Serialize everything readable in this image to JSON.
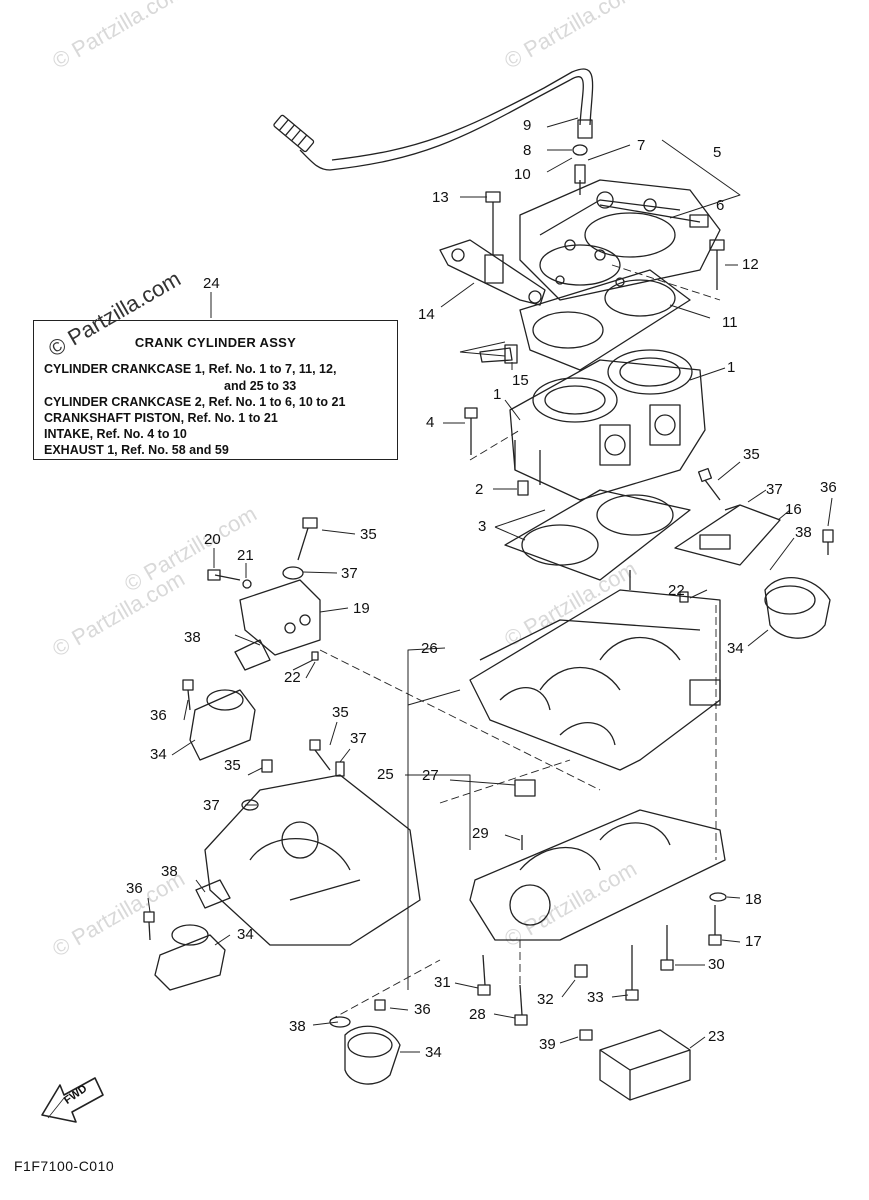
{
  "watermarks": [
    "© Partzilla.com",
    "© Partzilla.com",
    "© Partzilla.com",
    "© Partzilla.com",
    "© Partzilla.com",
    "© Partzilla.com",
    "© Partzilla.com",
    "© Partzilla.com"
  ],
  "legend": {
    "title": "CRANK CYLINDER ASSY",
    "lines": [
      "CYLINDER CRANKCASE 1,  Ref. No. 1 to 7, 11, 12,",
      "and 25 to 33",
      "CYLINDER CRANKCASE 2,  Ref. No. 1 to 6, 10 to 21",
      "CRANKSHAFT PISTON,   Ref. No. 1 to 21",
      "INTAKE,          Ref. No. 4 to 10",
      "EXHAUST 1,  Ref. No. 58 and 59"
    ]
  },
  "fwd_label": "FWD",
  "diagram_code": "F1F7100-C010",
  "callouts": [
    "9",
    "8",
    "10",
    "7",
    "5",
    "6",
    "13",
    "12",
    "24",
    "14",
    "11",
    "15",
    "1",
    "1",
    "4",
    "35",
    "2",
    "37",
    "36",
    "16",
    "3",
    "38",
    "20",
    "35",
    "21",
    "37",
    "19",
    "22",
    "34",
    "26",
    "38",
    "22",
    "36",
    "34",
    "35",
    "37",
    "25",
    "27",
    "35",
    "37",
    "29",
    "18",
    "38",
    "36",
    "34",
    "17",
    "30",
    "31",
    "32",
    "33",
    "28",
    "36",
    "38",
    "34",
    "39",
    "23"
  ]
}
